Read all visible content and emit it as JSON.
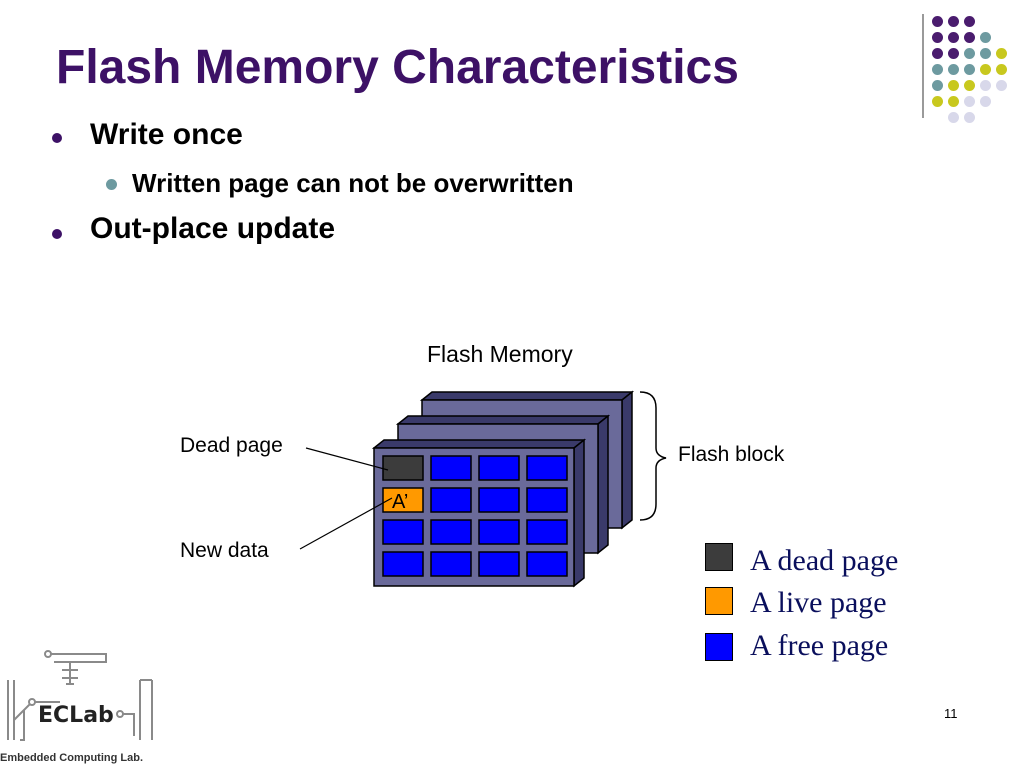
{
  "slide": {
    "title": "Flash Memory Characteristics",
    "bullets": [
      {
        "text": "Write once",
        "sub": [
          "Written page can not be overwritten"
        ]
      },
      {
        "text": "Out-place update"
      }
    ],
    "page_number": "11"
  },
  "diagram": {
    "title": "Flash Memory",
    "labels": {
      "dead_page": "Dead page",
      "new_data": "New data",
      "flash_block": "Flash block",
      "new_page_text": "A’"
    },
    "legend": [
      {
        "label": "A dead page",
        "color": "#3c3c3c"
      },
      {
        "label": "A live page",
        "color": "#ff9900"
      },
      {
        "label": "A free page",
        "color": "#0000ff"
      }
    ]
  },
  "logo": {
    "name": "ECLab",
    "tagline": "Embedded Computing Lab."
  },
  "colors": {
    "title": "#3d1166",
    "block_fill": "#6a6a9a",
    "page_free": "#0000ff",
    "page_dead": "#3c3c3c",
    "page_live": "#ff9900",
    "legend_text": "#0a0f5c",
    "dot_purple": "#4a1c6e",
    "dot_teal": "#6d9aa0",
    "dot_yellow": "#c8c81e",
    "dot_lavender": "#d8d8ea"
  }
}
